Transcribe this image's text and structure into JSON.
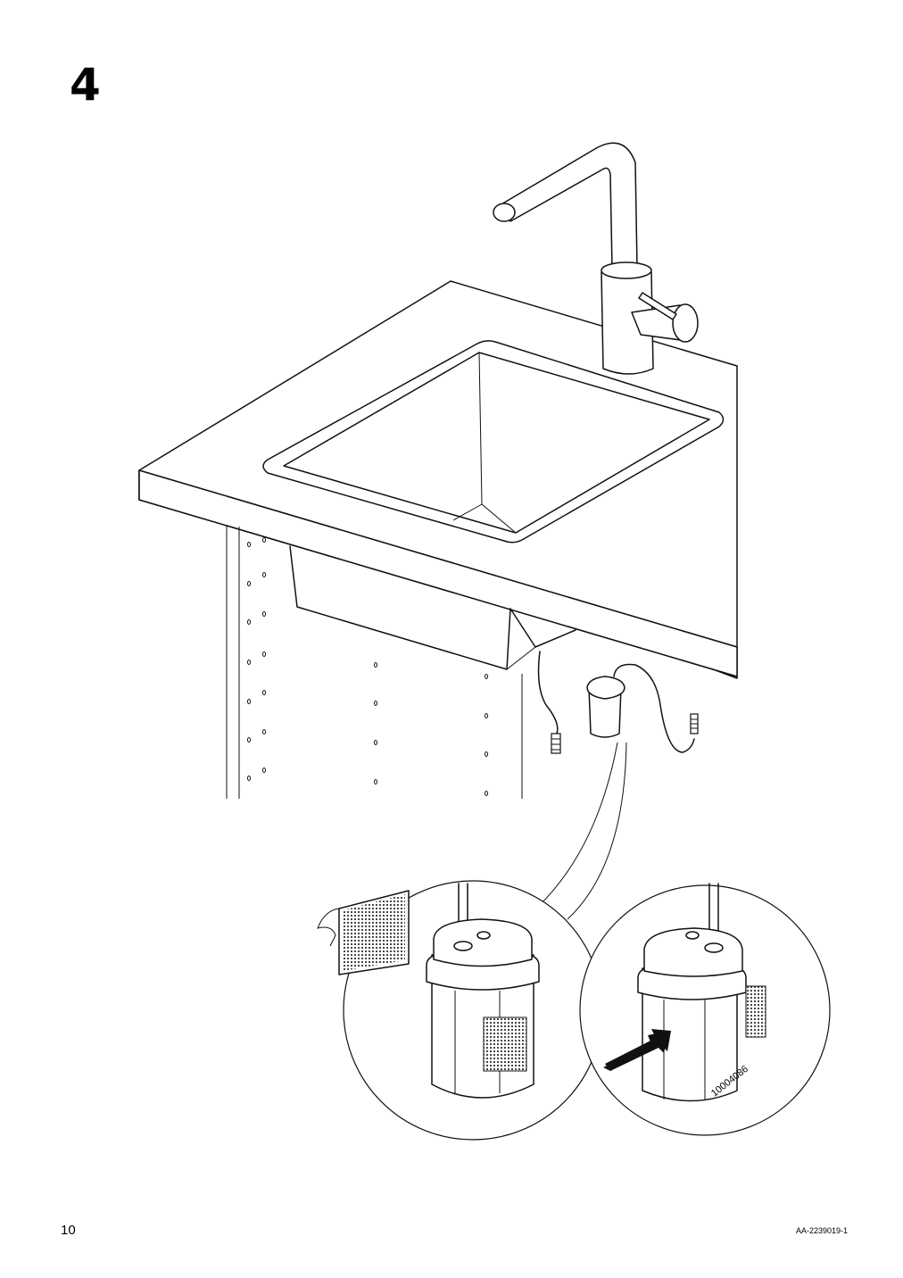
{
  "step": {
    "number": "4"
  },
  "illustration": {
    "part_number": "10004086",
    "icons": {
      "faucet": "faucet-icon",
      "sink": "sink-icon",
      "filter": "filter-cartridge-icon",
      "velcro": "adhesive-pad-icon",
      "arrow": "push-arrow-icon"
    }
  },
  "footer": {
    "page_number": "10",
    "document_code": "AA-2239019-1"
  }
}
